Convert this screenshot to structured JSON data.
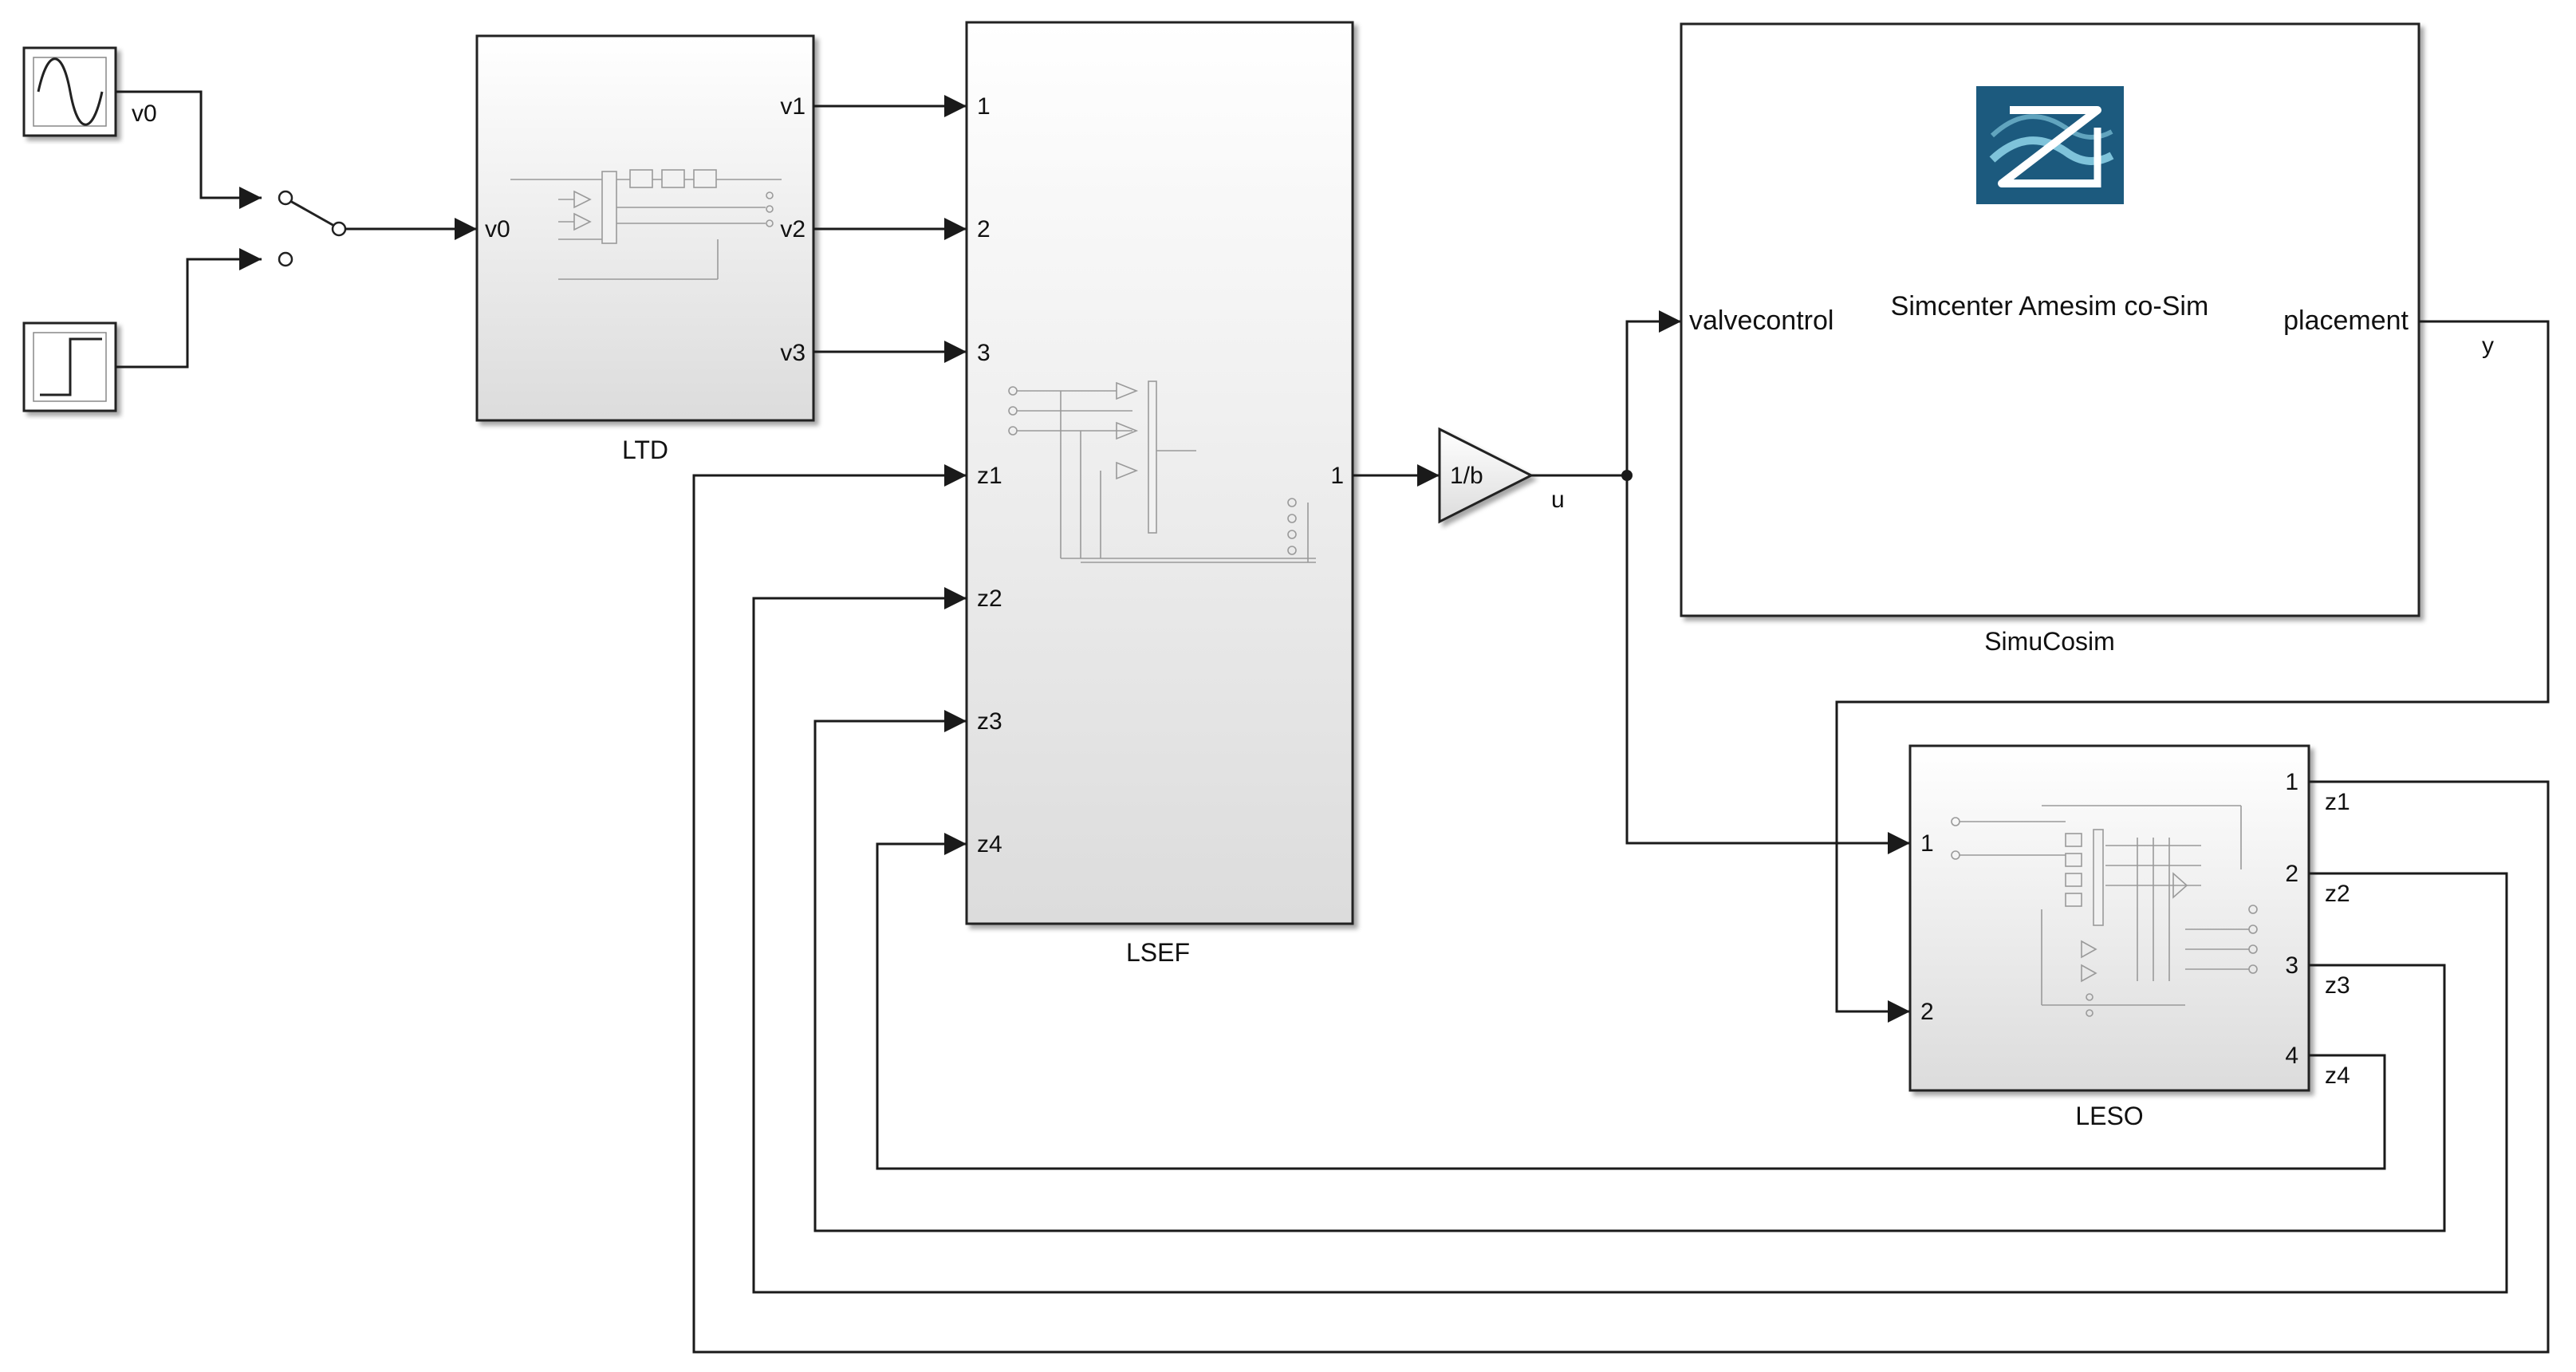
{
  "source_blocks": {
    "sine_signal_label": "v0"
  },
  "ltd": {
    "name": "LTD",
    "input": "v0",
    "outputs": [
      "v1",
      "v2",
      "v3"
    ]
  },
  "lsef": {
    "name": "LSEF",
    "inputs": [
      "1",
      "2",
      "3",
      "z1",
      "z2",
      "z3",
      "z4"
    ],
    "output": "1"
  },
  "gain": {
    "label": "1/b",
    "output_signal": "u"
  },
  "simucosim": {
    "name": "SimuCosim",
    "title": "Simcenter Amesim co-Sim",
    "input": "valvecontrol",
    "output": "placement",
    "output_signal": "y"
  },
  "leso": {
    "name": "LESO",
    "inputs": [
      "1",
      "2"
    ],
    "outputs": [
      "1",
      "2",
      "3",
      "4"
    ],
    "output_signals": [
      "z1",
      "z2",
      "z3",
      "z4"
    ]
  },
  "colors": {
    "logo_background": "#1c5a7e",
    "logo_wave": "#7fc3da",
    "block_gradient_top": "#ffffff",
    "block_gradient_bottom": "#dcdcdc"
  }
}
